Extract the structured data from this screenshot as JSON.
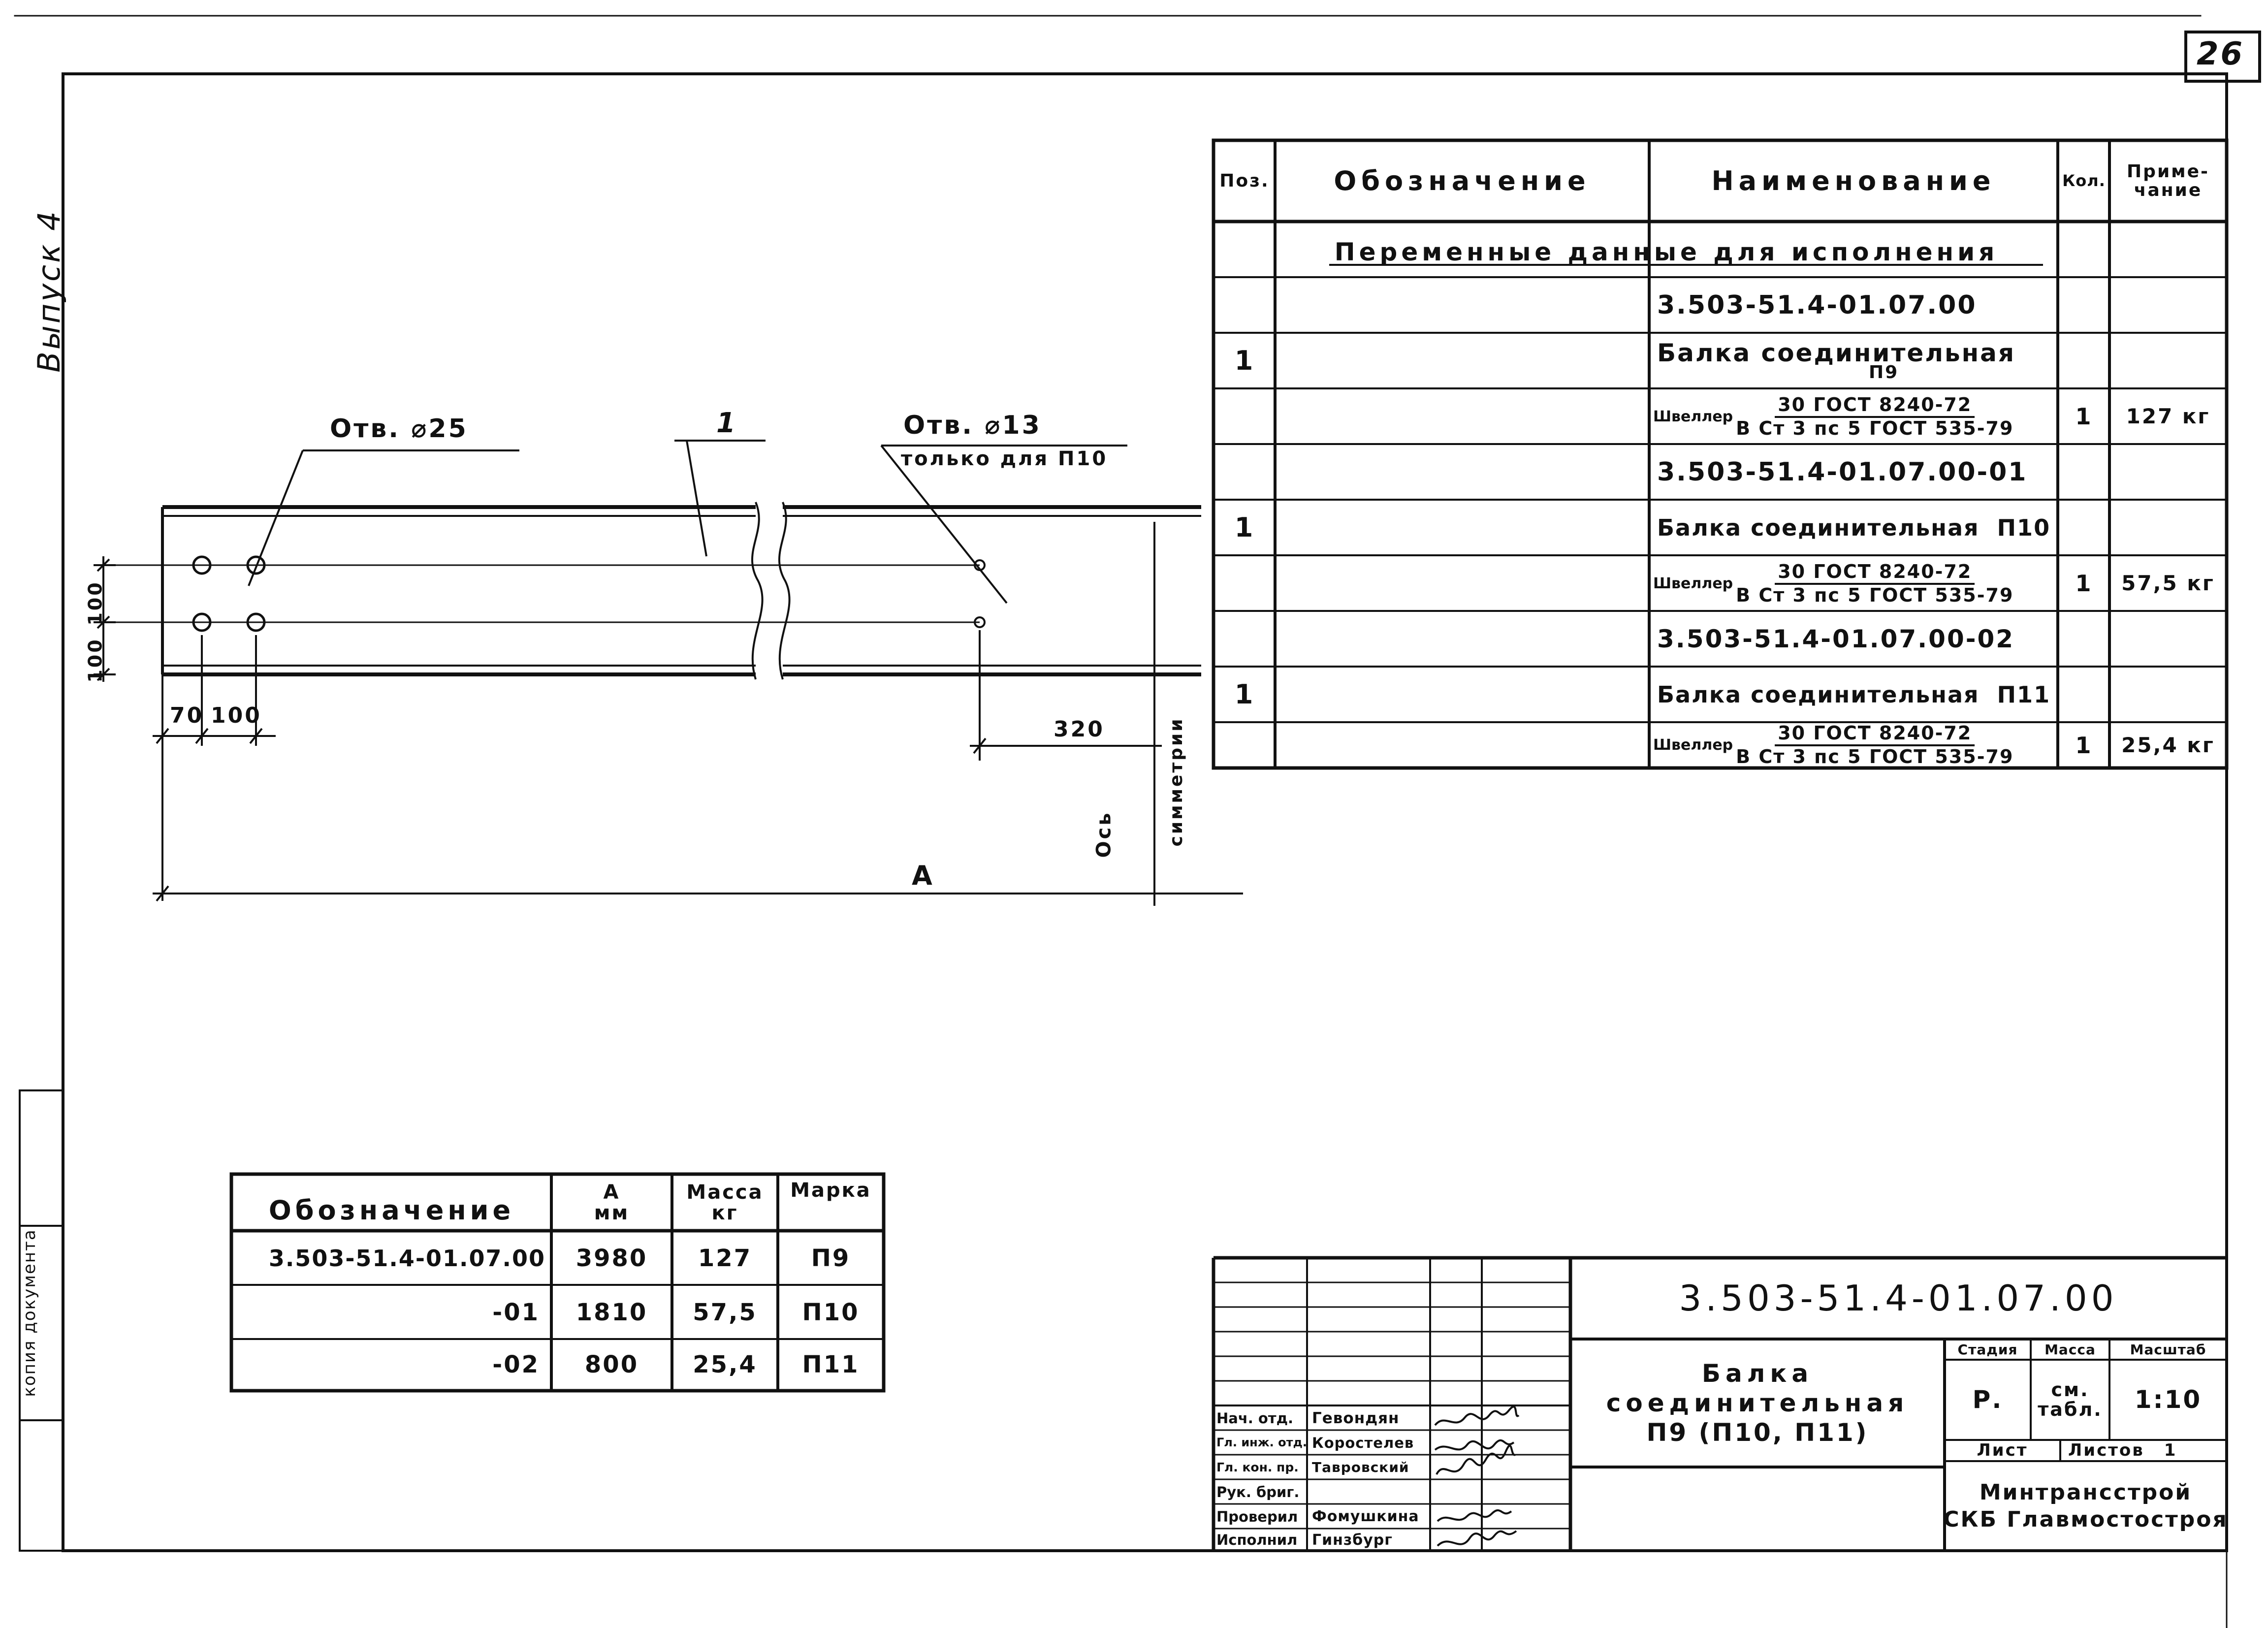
{
  "sheet": {
    "number": "26",
    "side_label": "Выпуск 4",
    "margin_text": "копия документа"
  },
  "drawing": {
    "hole_left_label": "Отв. ⌀25",
    "hole_right_label": "Отв. ⌀13",
    "hole_right_note": "только для П10",
    "part_number": "1",
    "dim_100_top": "100",
    "dim_100_bottom": "100",
    "dim_70": "70",
    "dim_100_horiz": "100",
    "dim_320": "320",
    "dim_A": "A",
    "axis_label_1": "Ось",
    "axis_label_2": "симметрии"
  },
  "spec": {
    "headers": {
      "pos": "Поз.",
      "designation": "Обозначение",
      "name": "Наименование",
      "qty": "Кол.",
      "note_1": "Приме-",
      "note_2": "чание"
    },
    "section_title": "Переменные данные для исполнения",
    "rows": [
      {
        "pos": "",
        "name": "3.503-51.4-01.07.00",
        "qty": "",
        "note": ""
      },
      {
        "pos": "1",
        "name": "Балка соединительная",
        "sub": "П9",
        "qty": "",
        "note": ""
      },
      {
        "pos": "",
        "prefix": "Швеллер",
        "num": "30 ГОСТ 8240-72",
        "den": "В Ст 3 пс 5 ГОСТ 535-79",
        "qty": "1",
        "note": "127 кг"
      },
      {
        "pos": "",
        "name": "3.503-51.4-01.07.00-01",
        "qty": "",
        "note": ""
      },
      {
        "pos": "1",
        "name": "Балка соединительная  П10",
        "qty": "",
        "note": ""
      },
      {
        "pos": "",
        "prefix": "Швеллер",
        "num": "30 ГОСТ 8240-72",
        "den": "В Ст 3 пс 5 ГОСТ 535-79",
        "qty": "1",
        "note": "57,5 кг"
      },
      {
        "pos": "",
        "name": "3.503-51.4-01.07.00-02",
        "qty": "",
        "note": ""
      },
      {
        "pos": "1",
        "name": "Балка соединительная  П11",
        "qty": "",
        "note": ""
      },
      {
        "pos": "",
        "prefix": "Швеллер",
        "num": "30 ГОСТ 8240-72",
        "den": "В Ст 3 пс 5 ГОСТ 535-79",
        "qty": "1",
        "note": "25,4 кг"
      }
    ]
  },
  "variants": {
    "headers": {
      "designation": "Обозначение",
      "a_1": "А",
      "a_2": "мм",
      "mass_1": "Масса",
      "mass_2": "кг",
      "mark": "Марка"
    },
    "rows": [
      {
        "designation": "3.503-51.4-01.07.00",
        "a": "3980",
        "mass": "127",
        "mark": "П9"
      },
      {
        "designation": "-01",
        "a": "1810",
        "mass": "57,5",
        "mark": "П10"
      },
      {
        "designation": "-02",
        "a": "800",
        "mass": "25,4",
        "mark": "П11"
      }
    ]
  },
  "title_block": {
    "doc_code": "3.503-51.4-01.07.00",
    "title_1": "Балка",
    "title_2": "соединительная",
    "title_3": "П9 (П10, П11)",
    "stage_label": "Стадия",
    "mass_label": "Масса",
    "scale_label": "Масштаб",
    "stage": "Р.",
    "mass_1": "см.",
    "mass_2": "табл.",
    "scale": "1:10",
    "sheet_label": "Лист",
    "sheets_label": "Листов",
    "sheets_value": "1",
    "org_1": "Минтрансстрой",
    "org_2": "СКБ Главмостостроя",
    "staff": [
      {
        "role": "Нач. отд.",
        "name": "Гевондян"
      },
      {
        "role": "Гл. инж. отд.",
        "name": "Коростелев"
      },
      {
        "role": "Гл. кон. пр.",
        "name": "Тавровский"
      },
      {
        "role": "Рук. бриг.",
        "name": ""
      },
      {
        "role": "Проверил",
        "name": "Фомушкина"
      },
      {
        "role": "Исполнил",
        "name": "Гинзбург"
      }
    ]
  }
}
